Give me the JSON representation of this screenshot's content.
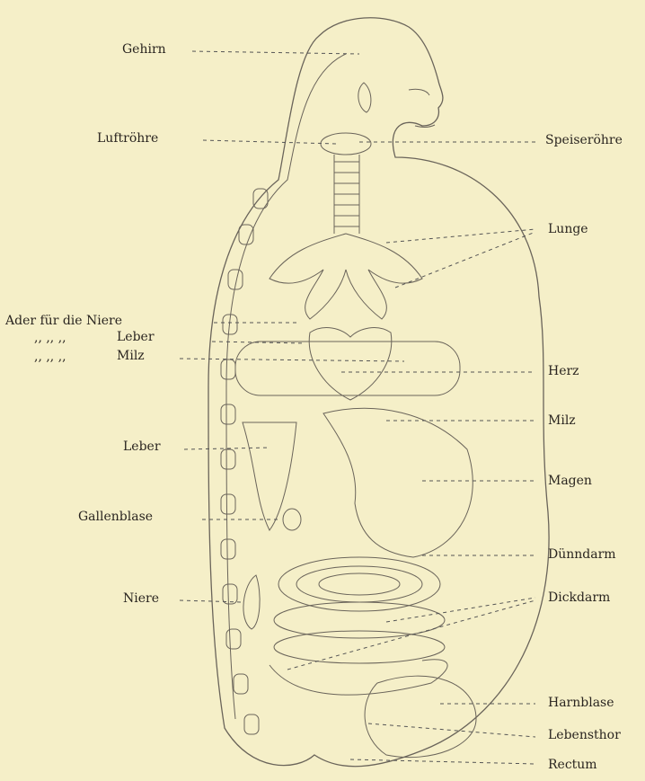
{
  "labels": {
    "gehirn": "Gehirn",
    "luftroehre": "Luftröhre",
    "speiseroehre": "Speiseröhre",
    "lunge": "Lunge",
    "ader_niere": "Ader für die Niere",
    "ader_leber_prefix": ",, ,, ,,",
    "ader_leber": "Leber",
    "ader_milz_prefix": ",, ,, ,,",
    "ader_milz": "Milz",
    "herz": "Herz",
    "milz": "Milz",
    "leber": "Leber",
    "magen": "Magen",
    "gallenblase": "Gallenblase",
    "duenndarm": "Dünndarm",
    "niere": "Niere",
    "dickdarm": "Dickdarm",
    "harnblase": "Harnblase",
    "lebensthor": "Lebensthor",
    "rectum": "Rectum"
  },
  "colors": {
    "paper": "#f5efc8",
    "ink": "#2a2520",
    "line": "#6a645a"
  }
}
